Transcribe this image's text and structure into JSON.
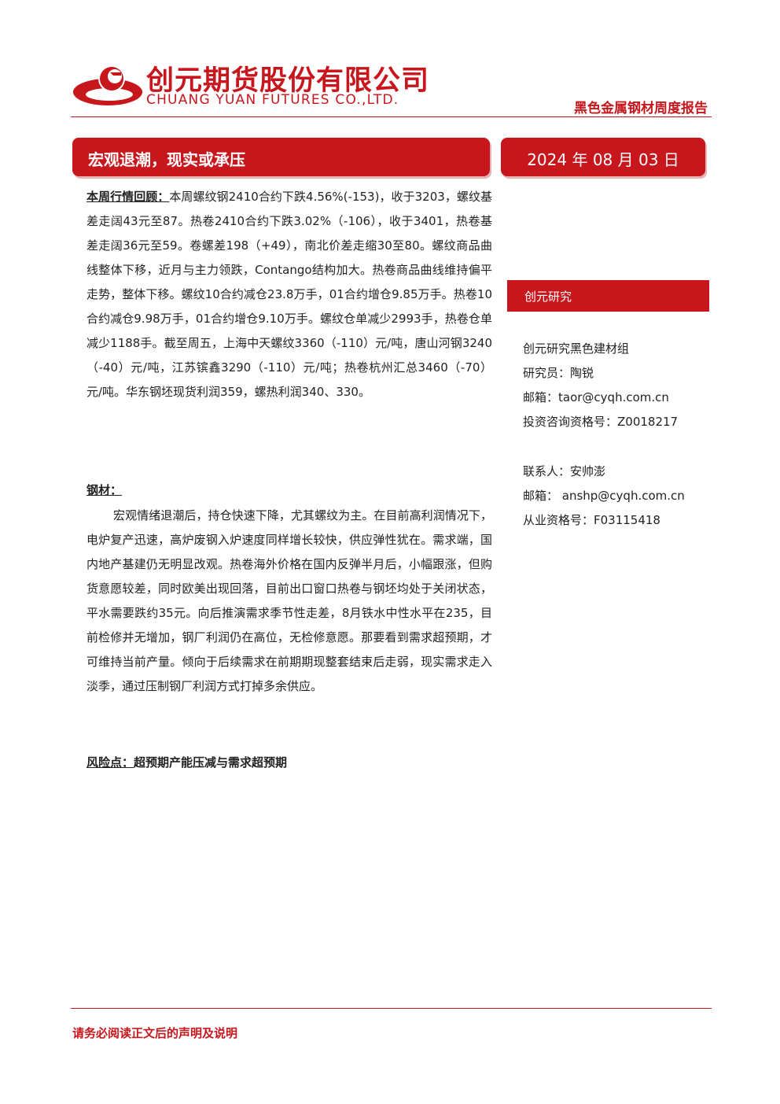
{
  "header": {
    "company_cn": "创元期货股份有限公司",
    "company_en": "CHUANG YUAN FUTURES CO.,LTD.",
    "report_type": "黑色金属钢材周度报告",
    "brand_color": "#c8161d"
  },
  "title": "宏观退潮，现实或承压",
  "date": "2024 年 08 月 03 日",
  "review": {
    "label": "本周行情回顾：",
    "text": "本周螺纹钢2410合约下跌4.56%(-153)，收于3203，螺纹基差走阔43元至87。热卷2410合约下跌3.02%（-106），收于3401，热卷基差走阔36元至59。卷螺差198（+49），南北价差走缩30至80。螺纹商品曲线整体下移，近月与主力领跌，Contango结构加大。热卷商品曲线维持偏平走势，整体下移。螺纹10合约减仓23.8万手，01合约增仓9.85万手。热卷10合约减仓9.98万手，01合约增仓9.10万手。螺纹仓单减少2993手，热卷仓单减少1188手。截至周五，上海中天螺纹3360（-110）元/吨，唐山河钢3240（-40）元/吨，江苏镔鑫3290（-110）元/吨；热卷杭州汇总3460（-70）元/吨。华东钢坯现货利润359，螺热利润340、330。"
  },
  "steel": {
    "label": "钢材：",
    "text": "宏观情绪退潮后，持仓快速下降，尤其螺纹为主。在目前高利润情况下，电炉复产迅速，高炉废钢入炉速度同样增长较快，供应弹性犹在。需求端，国内地产基建仍无明显改观。热卷海外价格在国内反弹半月后，小幅跟涨，但购货意愿较差，同时欧美出现回落，目前出口窗口热卷与钢坯均处于关闭状态，平水需要跌约35元。向后推演需求季节性走差，8月铁水中性水平在235，目前检修并无增加，钢厂利润仍在高位，无检修意愿。那要看到需求超预期，才可维持当前产量。倾向于后续需求在前期期现整套结束后走弱，现实需求走入淡季，通过压制钢厂利润方式打掉多余供应。"
  },
  "risk": {
    "label": "风险点：",
    "text": "超预期产能压减与需求超预期"
  },
  "sidebar": {
    "title": "创元研究",
    "group": "创元研究黑色建材组",
    "researcher": "研究员：陶锐",
    "email1": "邮箱：taor@cyqh.com.cn",
    "license1": "投资咨询资格号：Z0018217",
    "contact": "联系人：安帅澎",
    "email2": "邮箱： anshp@cyqh.com.cn",
    "license2": "从业资格号：F03115418"
  },
  "footer": {
    "note": "请务必阅读正文后的声明及说明"
  }
}
